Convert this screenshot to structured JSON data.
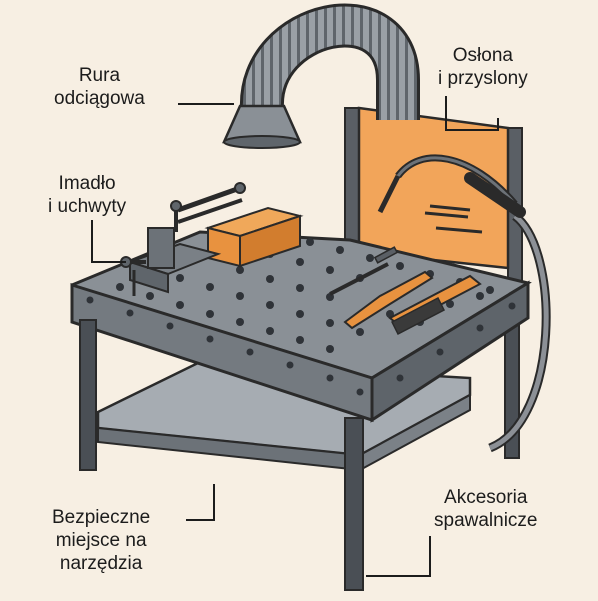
{
  "labels": {
    "fume_pipe": {
      "line1": "Rura",
      "line2": "odciągowa"
    },
    "shield": {
      "line1": "Osłona",
      "line2": "i przyslony"
    },
    "vise": {
      "line1": "Imadło",
      "line2": "i uchwyty"
    },
    "storage": {
      "line1": "Bezpieczne",
      "line2": "miejsce na",
      "line3": "narzędzia"
    },
    "accessories": {
      "line1": "Akcesoria",
      "line2": "spawalnicze"
    }
  },
  "colors": {
    "background": "#f7efe3",
    "table_top": "#8a9096",
    "table_edge": "#6c7278",
    "shield": "#f2a55a",
    "wood": "#e8923f",
    "hose": "#8c9096",
    "outline": "#2a2a2a"
  }
}
